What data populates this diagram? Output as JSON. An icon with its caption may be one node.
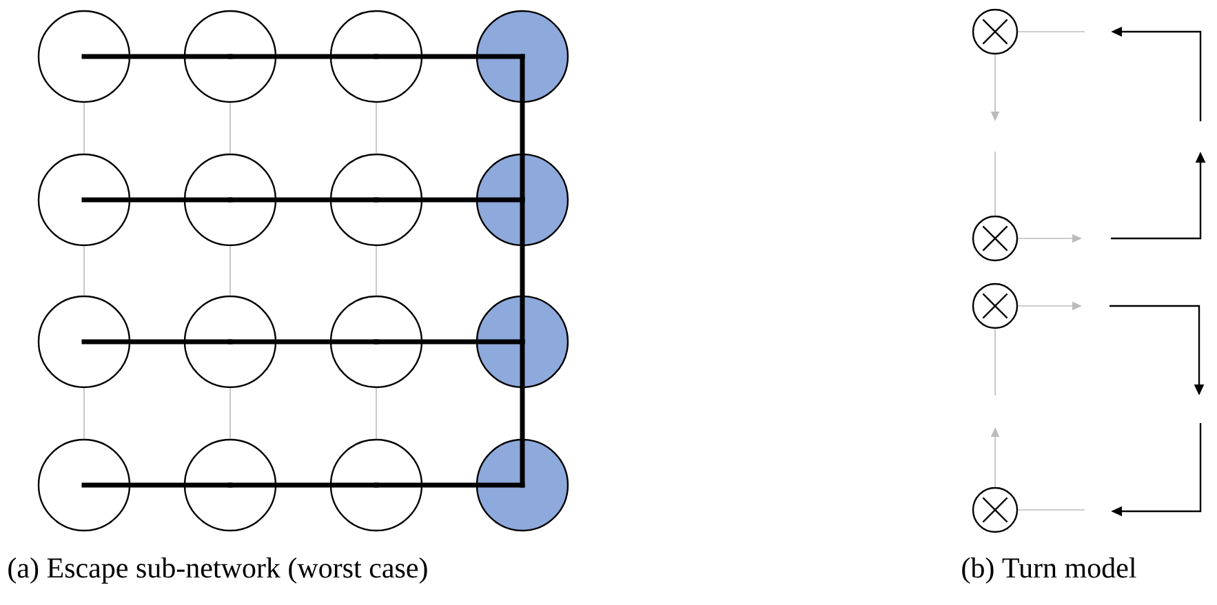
{
  "diagram": {
    "nodes": [
      {
        "text": [],
        "shape": "circle"
      },
      {
        "text": [],
        "shape": "circle"
      },
      {
        "text": [],
        "shape": "circle"
      },
      {
        "text": [],
        "shape": "circle"
      },
      {
        "text": [],
        "shape": "circle"
      },
      {
        "text": [],
        "shape": "circle"
      },
      {
        "text": [],
        "shape": "circle"
      },
      {
        "text": [],
        "shape": "circle"
      },
      {
        "text": [],
        "shape": "circle"
      },
      {
        "text": [],
        "shape": "circle"
      },
      {
        "text": [],
        "shape": "circle"
      },
      {
        "text": [],
        "shape": "circle"
      },
      {
        "text": [],
        "shape": "circle"
      },
      {
        "text": [],
        "shape": "circle"
      },
      {
        "text": [],
        "shape": "circle"
      },
      {
        "text": [],
        "shape": "circle"
      },
      {
        "text": [],
        "shape": "circle"
      },
      {
        "text": [],
        "shape": "circle"
      },
      {
        "text": [],
        "shape": "circle"
      },
      {
        "text": [],
        "shape": "circle"
      }
    ],
    "edges": [
      {
        "from": 0,
        "to": 4,
        "arrow": "none"
      },
      {
        "from": 1,
        "to": 5,
        "arrow": "none"
      },
      {
        "from": 2,
        "to": 6,
        "arrow": "none"
      },
      {
        "from": 4,
        "to": 8,
        "arrow": "none"
      },
      {
        "from": 5,
        "to": 9,
        "arrow": "none"
      },
      {
        "from": 6,
        "to": 10,
        "arrow": "none"
      },
      {
        "from": 8,
        "to": 12,
        "arrow": "none"
      },
      {
        "from": 9,
        "to": 13,
        "arrow": "none"
      },
      {
        "from": 10,
        "to": 14,
        "arrow": "none"
      },
      {
        "from": 0,
        "to": 1,
        "arrow": "none",
        "style": "thick",
        "color": "#000000"
      },
      {
        "from": 1,
        "to": 2,
        "arrow": "none",
        "style": "thick",
        "color": "#000000"
      },
      {
        "from": 2,
        "to": 3,
        "arrow": "none",
        "style": "thick",
        "color": "#000000"
      },
      {
        "from": 4,
        "to": 5,
        "arrow": "none",
        "style": "thick",
        "color": "#000000"
      },
      {
        "from": 5,
        "to": 6,
        "arrow": "none",
        "style": "thick",
        "color": "#000000"
      },
      {
        "from": 6,
        "to": 7,
        "arrow": "none",
        "style": "thick",
        "color": "#000000"
      },
      {
        "from": 8,
        "to": 9,
        "arrow": "none",
        "style": "thick",
        "color": "#000000"
      },
      {
        "from": 9,
        "to": 10,
        "arrow": "none",
        "style": "thick",
        "color": "#000000"
      },
      {
        "from": 10,
        "to": 11,
        "arrow": "none",
        "style": "thick",
        "color": "#000000"
      },
      {
        "from": 12,
        "to": 13,
        "arrow": "none",
        "style": "thick",
        "color": "#000000"
      },
      {
        "from": 13,
        "to": 14,
        "arrow": "none",
        "style": "thick",
        "color": "#000000"
      },
      {
        "from": 14,
        "to": 15,
        "arrow": "none",
        "style": "thick",
        "color": "#000000"
      },
      {
        "from": 3,
        "to": 7,
        "arrow": "none",
        "style": "thick",
        "color": "#000000"
      },
      {
        "from": 7,
        "to": 11,
        "arrow": "none",
        "style": "thick",
        "color": "#000000"
      },
      {
        "from": 11,
        "to": 15,
        "arrow": "none",
        "style": "thick",
        "color": "#000000"
      },
      {
        "from": 16,
        "to": null,
        "arrow": "none"
      },
      {
        "from": 16,
        "to": null,
        "arrow": "to"
      },
      {
        "from": null,
        "to": 17,
        "arrow": "none"
      },
      {
        "from": 17,
        "to": null,
        "arrow": "to"
      },
      {
        "from": 18,
        "to": null,
        "arrow": "to"
      },
      {
        "from": 18,
        "to": null,
        "arrow": "none"
      },
      {
        "from": 19,
        "to": null,
        "arrow": "to"
      },
      {
        "from": 19,
        "to": null,
        "arrow": "none"
      }
    ],
    "labels": [
      "(a) Escape sub-network (worst case)",
      "(b) Turn model"
    ]
  }
}
